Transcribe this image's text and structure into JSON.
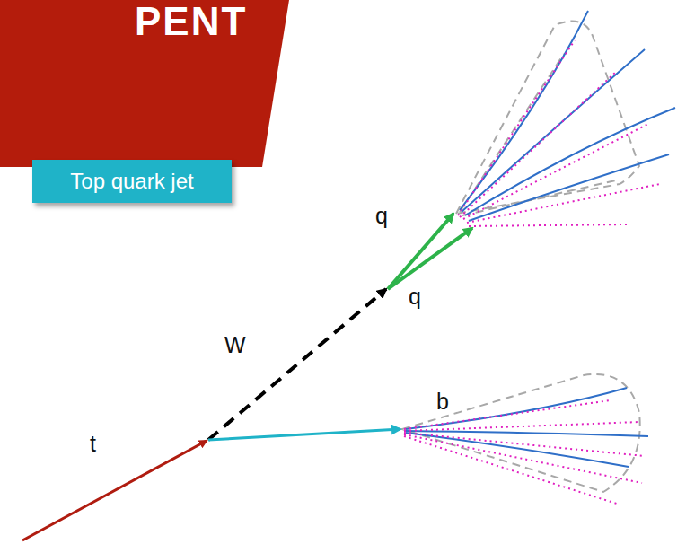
{
  "diagram": {
    "nodes": [
      {
        "text": [
          "Top quark jet"
        ]
      }
    ],
    "labels": [
      "PENT",
      "q",
      "q",
      "W",
      "b",
      "t"
    ]
  }
}
